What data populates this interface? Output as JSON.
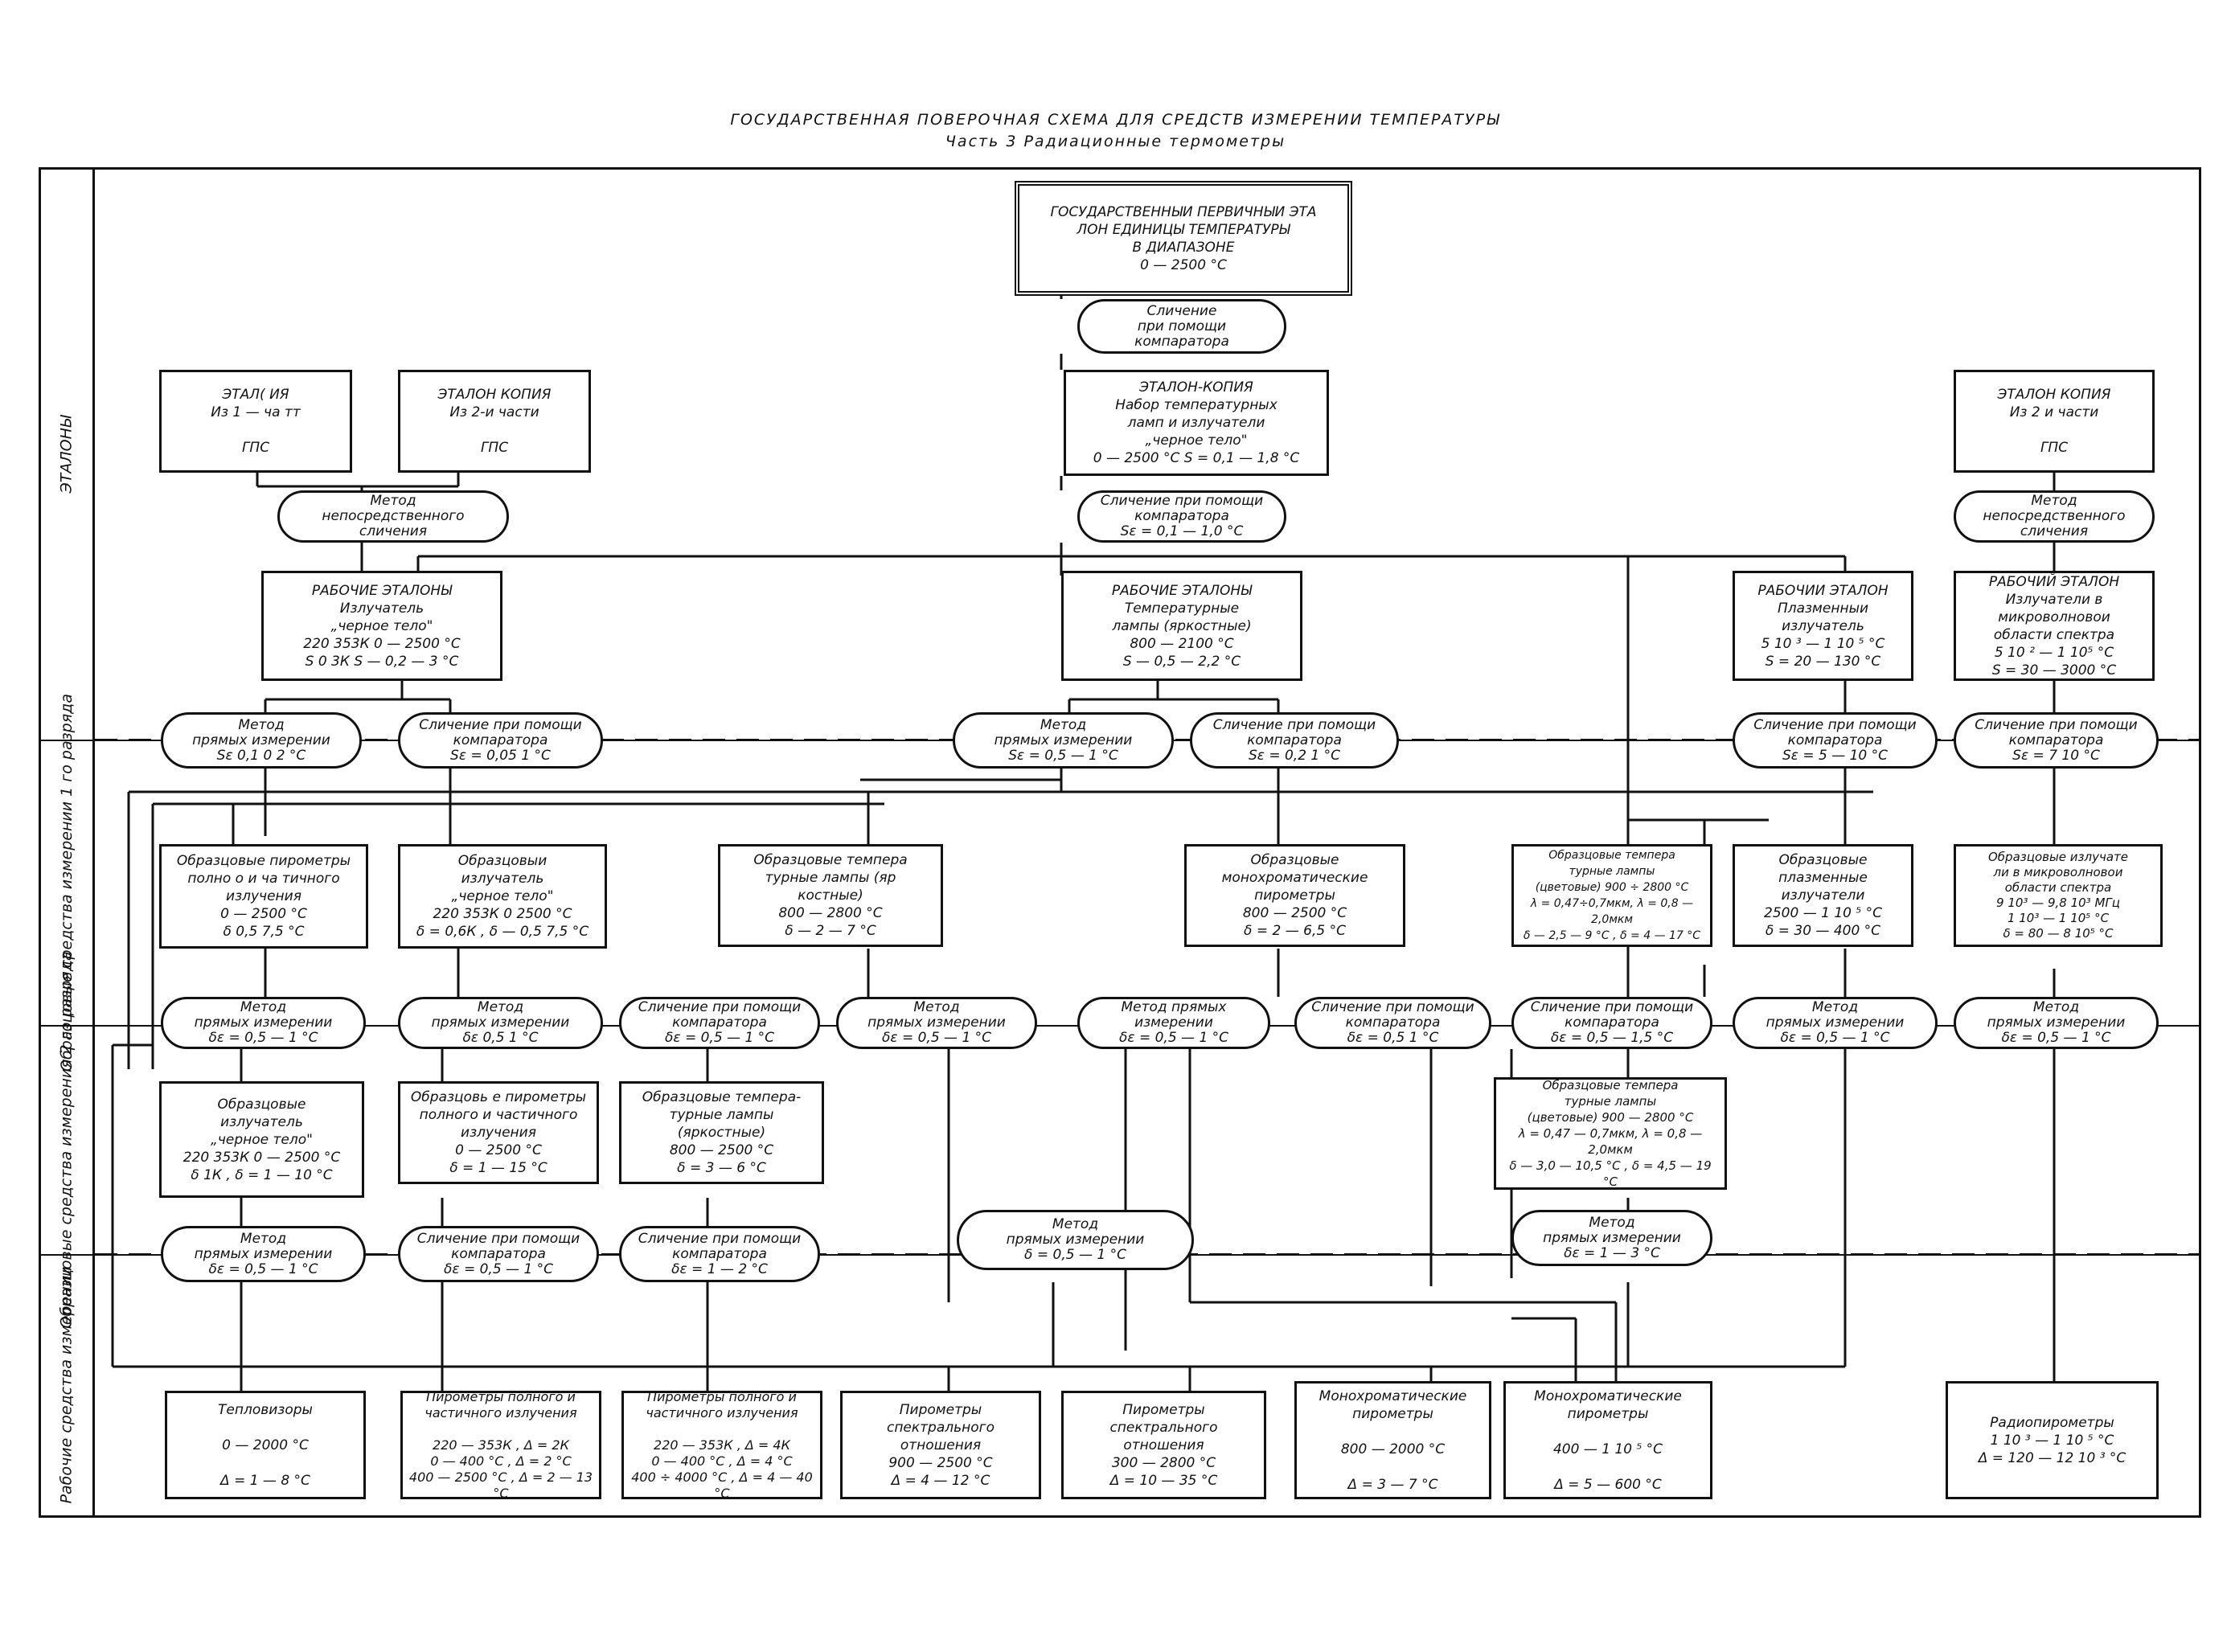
{
  "title": {
    "line1": "ГОСУДАРСТВЕННАЯ ПОВЕРОЧНАЯ СХЕМА ДЛЯ СРЕДСТВ ИЗМЕРЕНИИ ТЕМПЕРАТУРЫ",
    "line2": "Часть 3      Радиационные термометры"
  },
  "levels": {
    "etalons": "ЭТАЛОНЫ",
    "rank1": "Образцовые\nсредства измерении\n1 го разряда",
    "rank2": "Образцовые\nсредства измерения\n2 го разряда",
    "working": "Рабочие\nсредства измерении"
  },
  "nodes": {
    "primary": "ГОСУДАРСТВЕННЫИ ПЕРВИЧНЫИ ЭТА\nЛОН ЕДИНИЦЫ ТЕМПЕРАТУРЫ\nВ ДИАПАЗОНЕ\n0 — 2500 °C",
    "m_comp1": "Сличение\nпри помощи\nкомпаратора",
    "copy_center": "ЭТАЛОН-КОПИЯ\nНабор температурных\nламп и излучатели\n„черное тело\"\n0 — 2500 °C      S = 0,1 — 1,8 °C",
    "copy_left1": "ЭТАЛ(           ИЯ\nИз 1 — ча тт\n\nГПС",
    "copy_left2": "ЭТАЛОН  КОПИЯ\nИз 2-и части\n\nГПС",
    "copy_right": "ЭТАЛОН  КОПИЯ\nИз 2 и части\n\nГПС",
    "m_direct_left": "Метод\nнепосредственного\nсличения",
    "m_comp_center": "Сличение при помощи\nкомпаратора\nSε = 0,1 — 1,0 °C",
    "m_direct_right": "Метод\nнепосредственного\nсличения",
    "we_left": "РАБОЧИЕ  ЭТАЛОНЫ\nИзлучатель\n„черное тело\"\n220   353К     0 — 2500 °C\nS    0 3К       S — 0,2 — 3 °C",
    "we_center": "РАБОЧИЕ  ЭТАЛОНЫ\nТемпературные\nлампы (яркостные)\n800 — 2100 °C\nS — 0,5 — 2,2 °C",
    "we_plasma": "РАБОЧИИ  ЭТАЛОН\nПлазменныи\nизлучатель\n5  10 ³ — 1  10 ⁵ °C\nS = 20 — 130 °C",
    "we_micro": "РАБОЧИЙ  ЭТАЛОН\nИзлучатели в\nмикроволновои\nобласти спектра\n5  10 ² — 1  10⁵ °C\nS = 30 — 3000 °C",
    "e1": "Метод\nпрямых измерении\nSε   0,1   0 2 °C",
    "e2": "Сличение при помощи\nкомпаратора\nSε = 0,05   1 °C",
    "e3": "Метод\nпрямых измерении\nSε = 0,5 — 1 °C",
    "e4": "Сличение при помощи\nкомпаратора\nSε = 0,2   1 °C",
    "e5": "Сличение при помощи\nкомпаратора\nSε = 5 — 10 °C",
    "e6": "Сличение при помощи\nкомпаратора\nSε = 7   10 °C",
    "r1a": "Образцовые пирометры\nполно о и ча тичного\nизлучения\n0 — 2500 °C\nδ   0,5   7,5 °C",
    "r1b": "Образцовыи\nизлучатель\n„черное тело\"\n220   353К   0   2500 °C\nδ = 0,6К ,  δ — 0,5  7,5 °C",
    "r1c": "Образцовые темпера\nтурные лампы (яр\nкостные)\n800 — 2800 °C\nδ — 2 — 7 °C",
    "r1d": "Образцовые\nмонохроматические\nпирометры\n800 — 2500 °C\nδ = 2 — 6,5 °C",
    "r1e": "Образцовые темпера\nтурные лампы\n(цветовые) 900 ÷ 2800 °C\nλ = 0,47÷0,7мкм, λ = 0,8 — 2,0мкм\nδ — 2,5 — 9 °C ,  δ = 4 — 17 °C",
    "r1f": "Образцовые\nплазменные\nизлучатели\n2500 — 1  10 ⁵ °C\nδ = 30 — 400 °C",
    "r1g": "Образцовые излучате\nли в микроволновои\nобласти спектра\n9 10³ — 9,8 10³ МГц\n1 10³ — 1 10⁵ °C\nδ = 80 — 8 10⁵ °C",
    "m2a": "Метод\nпрямых измерении\nδε = 0,5 — 1 °C",
    "m2b": "Метод\nпрямых измерении\nδε   0,5   1 °C",
    "m2c": "Сличение при помощи\nкомпаратора\nδε = 0,5 — 1 °C",
    "m2d": "Метод\nпрямых измерении\nδε = 0,5 — 1 °C",
    "m2e": "Метод прямых\nизмерении\nδε = 0,5 — 1 °C",
    "m2f": "Сличение при помощи\nкомпаратора\nδε = 0,5   1 °C",
    "m2g": "Сличение при помощи\nкомпаратора\nδε = 0,5 — 1,5 °C",
    "m2h": "Метод\nпрямых измерении\nδε = 0,5 — 1 °C",
    "m2i": "Метод\nпрямых измерении\nδε = 0,5 — 1 °C",
    "r2a": "Образцовые\nизлучатель\n„черное тело\"\n220   353К    0 — 2500 °C\nδ   1К ,     δ = 1 — 10 °C",
    "r2b": "Образцовь е пирометры\nполного и частичного\nизлучения\n0 — 2500 °C\nδ = 1 — 15 °C",
    "r2c": "Образцовые темпера-\nтурные лампы\n(яркостные)\n800 — 2500 °C\nδ = 3 — 6 °C",
    "r2d": "Образцовые темпера\nтурные лампы\n(цветовые) 900 — 2800 °C\nλ = 0,47 — 0,7мкм, λ = 0,8 — 2,0мкм\nδ — 3,0 — 10,5 °C ,  δ = 4,5 — 19 °C",
    "m3a": "Метод\nпрямых измерении\nδε = 0,5 — 1 °C",
    "m3b": "Сличение при помощи\nкомпаратора\nδε = 0,5 — 1 °C",
    "m3c": "Сличение при помощи\nкомпаратора\nδε = 1 — 2 °C",
    "m3d": "Метод\nпрямых измерении\nδ   = 0,5 — 1 °C",
    "m3e": "Метод\nпрямых измерении\nδε = 1 — 3 °C",
    "w1": "Тепловизоры\n\n0 — 2000 °C\n\nΔ = 1 — 8 °C",
    "w2": "Пирометры полного и\nчастичного излучения\n\n220 — 353К ,  Δ = 2К\n0 — 400 °C ,    Δ = 2 °C\n400 — 2500 °C , Δ = 2 — 13 °C",
    "w3": "Пирометры полного и\nчастичного излучения\n\n220 — 353К ,   Δ = 4К\n0  — 400 °C ,    Δ = 4 °C\n400 ÷ 4000 °C ,  Δ = 4 — 40 °C",
    "w4": "Пирометры\nспектрального\nотношения\n900 — 2500 °C\nΔ = 4 — 12 °C",
    "w5": "Пирометры\nспектрального\nотношения\n300 — 2800 °C\nΔ = 10 — 35 °C",
    "w6": "Монохроматические\nпирометры\n\n800 — 2000 °C\n\nΔ = 3 — 7 °C",
    "w7": "Монохроматические\nпирометры\n\n400 — 1  10 ⁵ °C\n\nΔ = 5 — 600 °C",
    "w8": "Радиопирометры\n1  10 ³ — 1  10 ⁵ °C\nΔ = 120 — 12  10 ³ °C"
  }
}
